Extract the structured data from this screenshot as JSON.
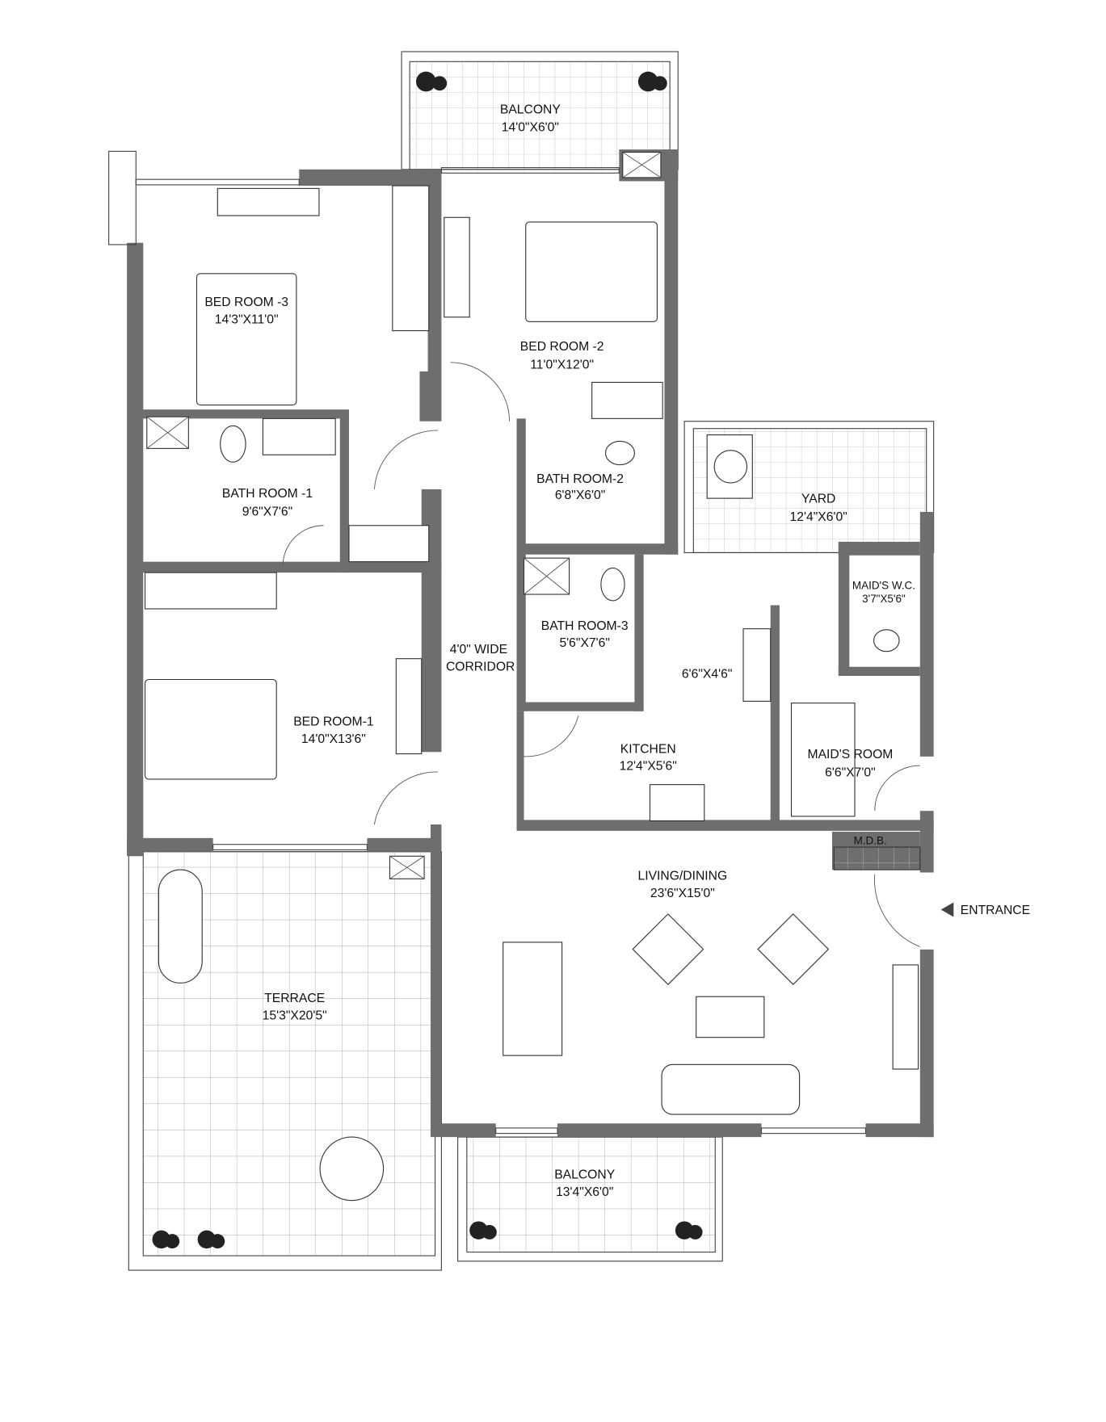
{
  "rooms": {
    "balcony_top": {
      "name": "BALCONY",
      "size": "14'0\"X6'0\""
    },
    "bedroom3": {
      "name": "BED ROOM -3",
      "size": "14'3\"X11'0\""
    },
    "bedroom2": {
      "name": "BED ROOM -2",
      "size": "11'0\"X12'0\""
    },
    "bathroom1": {
      "name": "BATH ROOM -1",
      "size": "9'6\"X7'6\""
    },
    "bathroom2": {
      "name": "BATH ROOM-2",
      "size": "6'8\"X6'0\""
    },
    "yard": {
      "name": "YARD",
      "size": "12'4\"X6'0\""
    },
    "maids_wc": {
      "name": "MAID'S W.C.",
      "size": "3'7\"X5'6\""
    },
    "bathroom3": {
      "name": "BATH ROOM-3",
      "size": "5'6\"X7'6\""
    },
    "bedroom1": {
      "name": "BED ROOM-1",
      "size": "14'0\"X13'6\""
    },
    "kitchen": {
      "name": "KITCHEN",
      "size": "12'4\"X5'6\""
    },
    "maids_room": {
      "name": "MAID'S ROOM",
      "size": "6'6\"X7'0\""
    },
    "living": {
      "name": "LIVING/DINING",
      "size": "23'6\"X15'0\""
    },
    "terrace": {
      "name": "TERRACE",
      "size": "15'3\"X20'5\""
    },
    "balcony_bottom": {
      "name": "BALCONY",
      "size": "13'4\"X6'0\""
    }
  },
  "annotations": {
    "corridor_line1": "4'0\" WIDE",
    "corridor_line2": "CORRIDOR",
    "store_size": "6'6\"X4'6\"",
    "mdb": "M.D.B.",
    "entrance": "ENTRANCE"
  },
  "colors": {
    "wall": "#6e6e6e",
    "line": "#444444"
  }
}
